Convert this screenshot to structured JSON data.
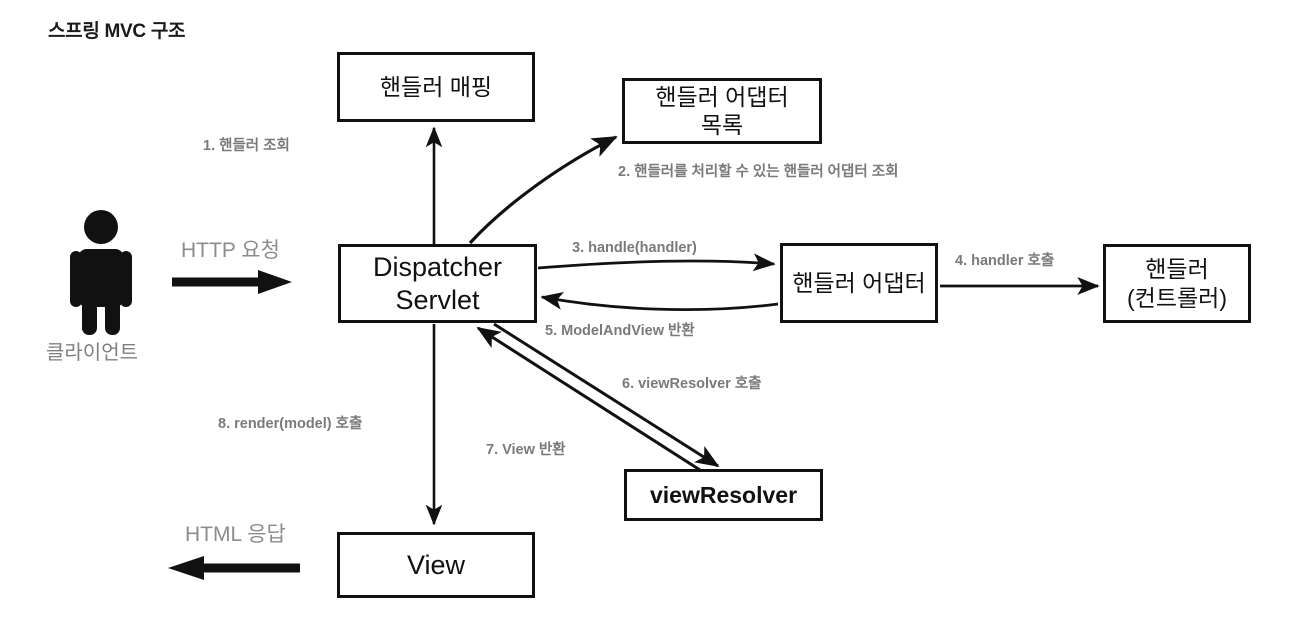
{
  "title": "스프링 MVC 구조",
  "nodes": {
    "handler_mapping": "핸들러 매핑",
    "handler_adapter_list": "핸들러 어댑터\n목록",
    "dispatcher_servlet": "Dispatcher\nServlet",
    "handler_adapter": "핸들러 어댑터",
    "handler_controller": "핸들러\n(컨트롤러)",
    "view_resolver": "viewResolver",
    "view": "View"
  },
  "actor": {
    "label": "클라이언트",
    "icon": "person-icon"
  },
  "io_labels": {
    "request": "HTTP 요청",
    "response": "HTML 응답"
  },
  "steps": [
    {
      "n": 1,
      "label": "1. 핸들러 조회"
    },
    {
      "n": 2,
      "label": "2. 핸들러를 처리할 수 있는 핸들러 어댑터 조회"
    },
    {
      "n": 3,
      "label": "3. handle(handler)"
    },
    {
      "n": 4,
      "label": "4. handler 호출"
    },
    {
      "n": 5,
      "label": "5. ModelAndView 반환"
    },
    {
      "n": 6,
      "label": "6. viewResolver 호출"
    },
    {
      "n": 7,
      "label": "7. View 반환"
    },
    {
      "n": 8,
      "label": "8. render(model) 호출"
    }
  ],
  "colors": {
    "stroke": "#111111",
    "box_fill": "#ffffff",
    "label_gray": "#7a7a7a",
    "io_gray": "#8c8c8c",
    "title": "#1a1a1a",
    "background": "#ffffff"
  }
}
